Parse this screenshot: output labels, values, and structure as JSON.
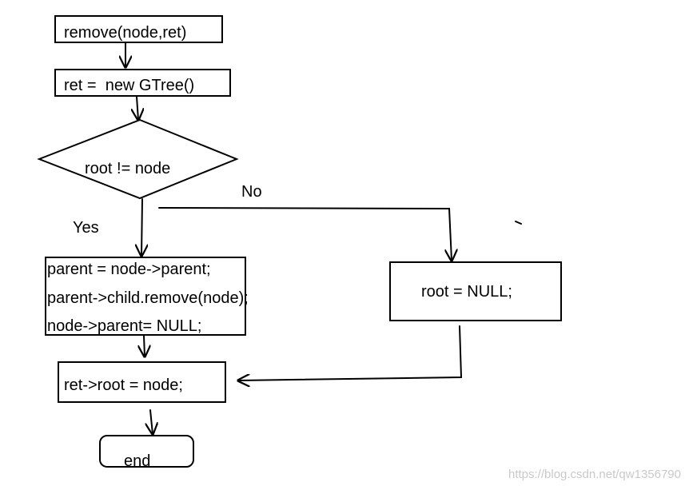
{
  "nodes": {
    "remove": {
      "label": "remove(node,ret)"
    },
    "init": {
      "label": "ret =  new GTree()"
    },
    "decision": {
      "label": "root != node"
    },
    "detach": {
      "lines": [
        "parent = node->parent;",
        "parent->child.remove(node);",
        "node->parent= NULL;"
      ]
    },
    "null_root": {
      "label": "root = NULL;"
    },
    "set_root": {
      "label": "ret->root = node;"
    },
    "end": {
      "label": "end"
    }
  },
  "edges": {
    "yes": "Yes",
    "no": "No"
  },
  "watermark": "https://blog.csdn.net/qw1356790",
  "colors": {
    "stroke": "#000000",
    "watermark": "#c9c9c9"
  }
}
